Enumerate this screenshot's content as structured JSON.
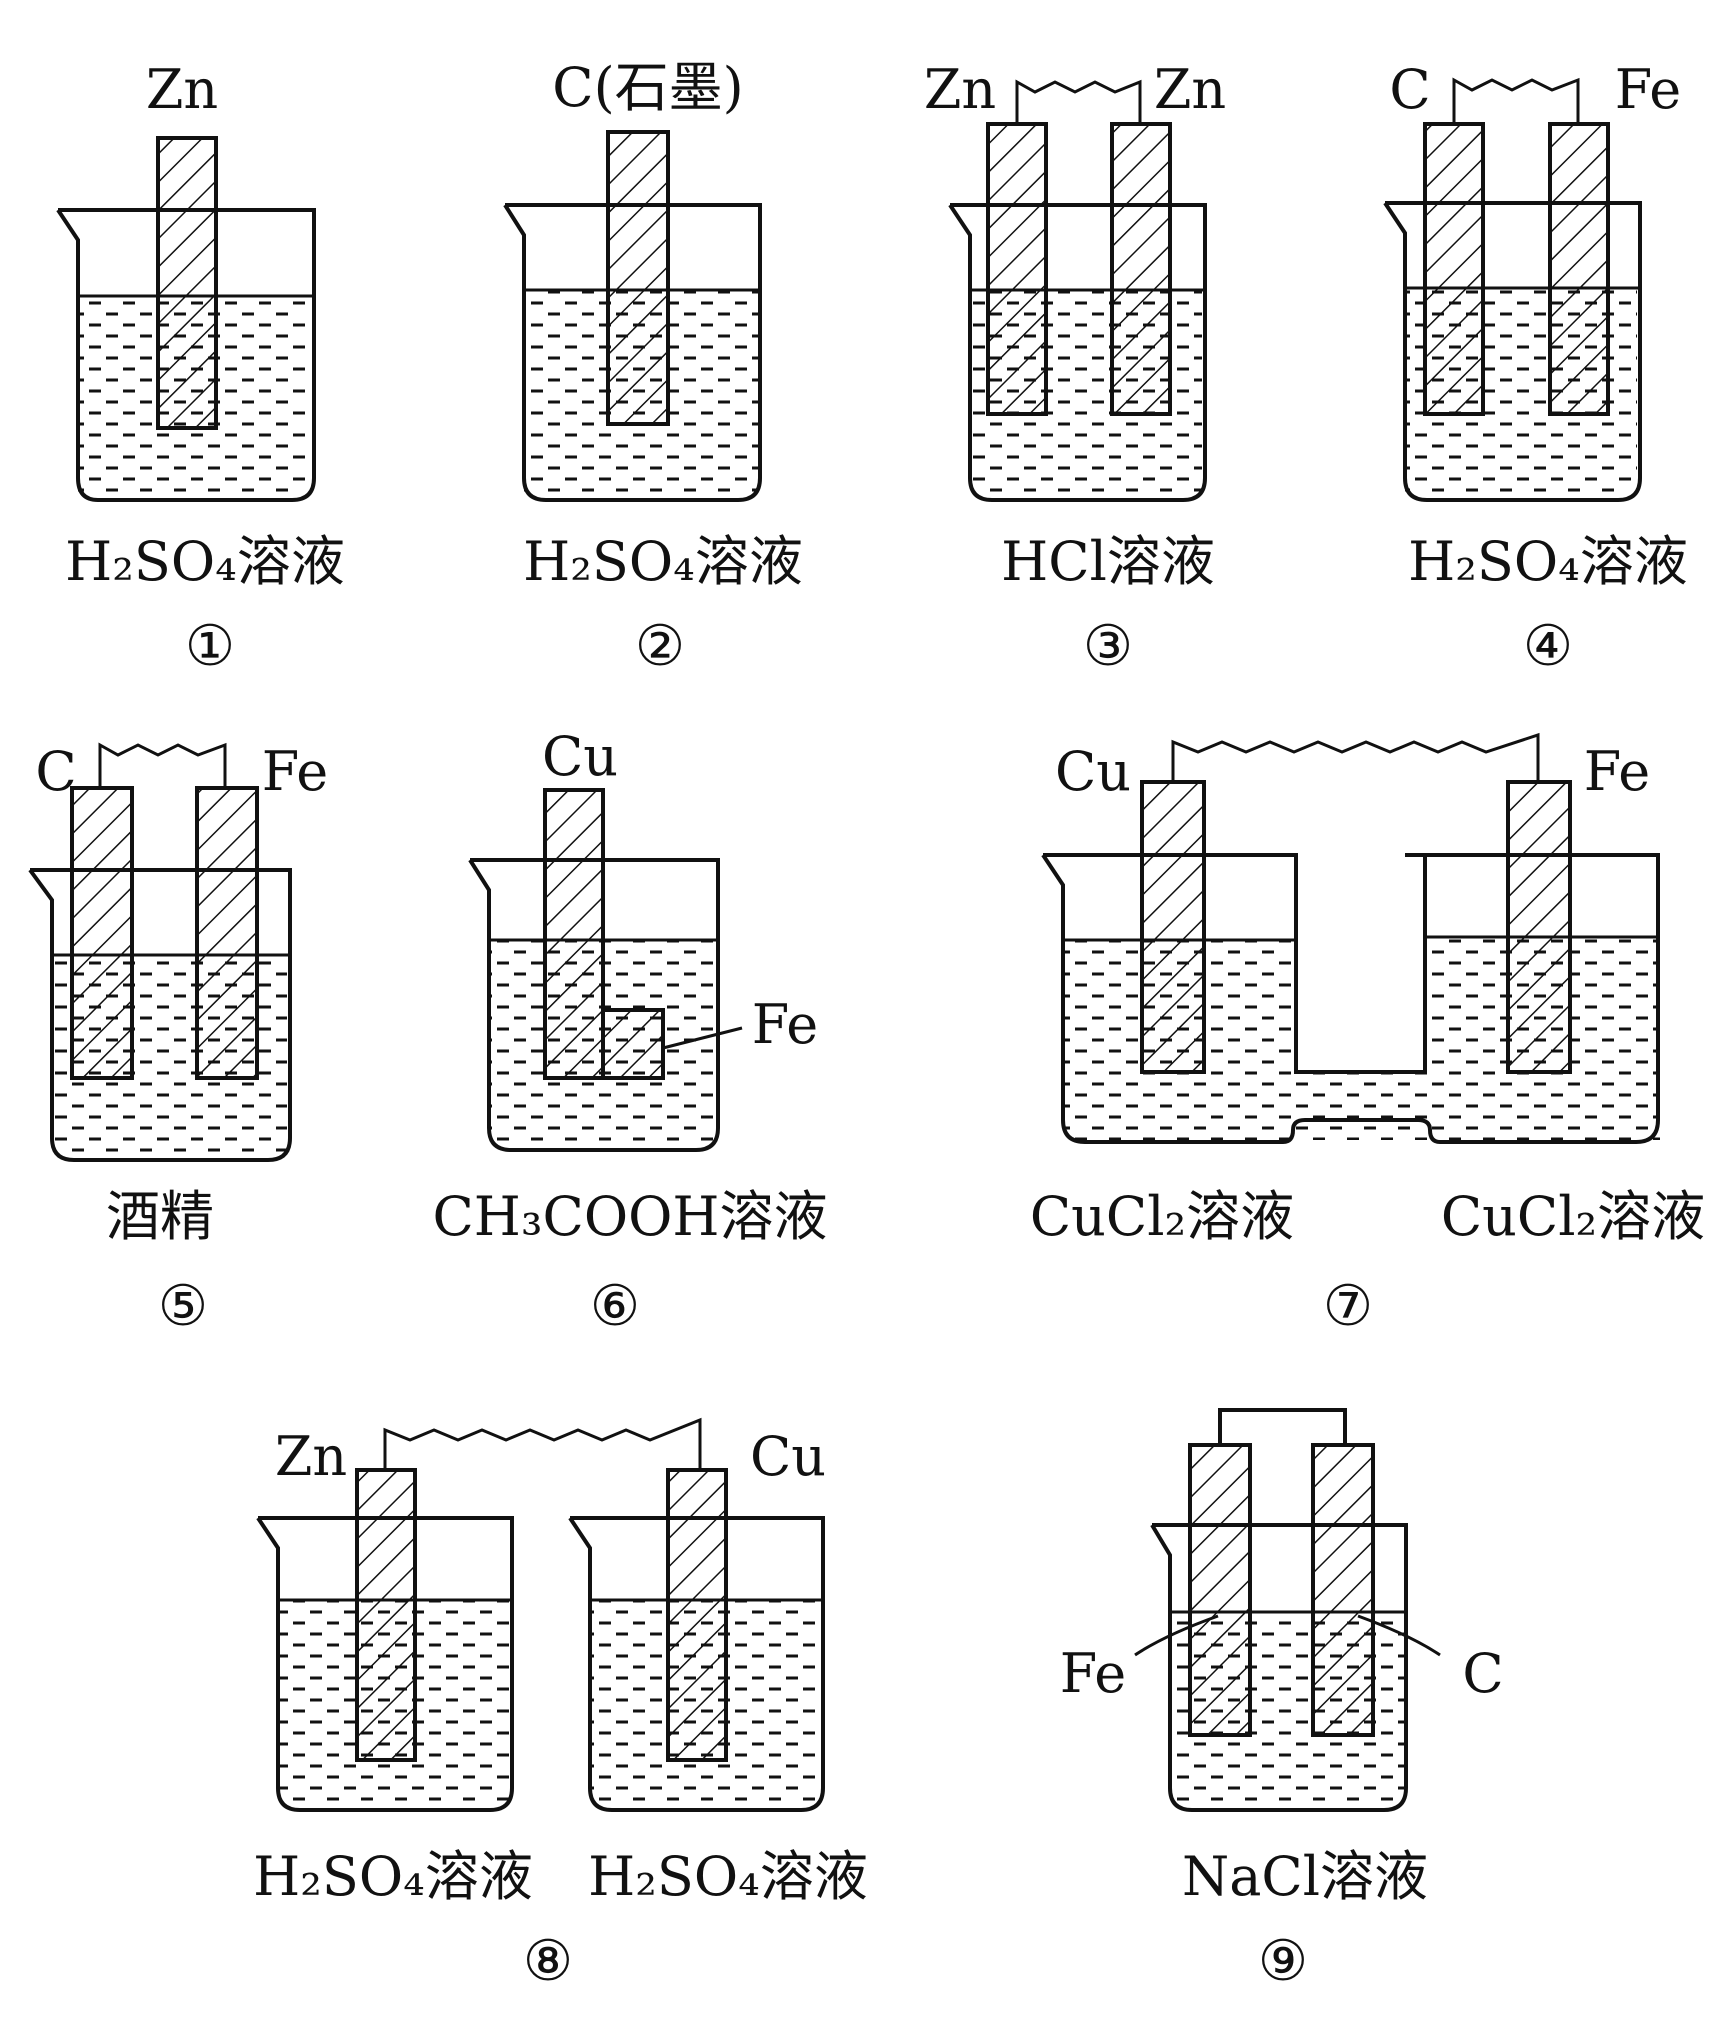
{
  "cells": [
    {
      "id": "cell-1",
      "number": "①",
      "electrodes": [
        "Zn"
      ],
      "wired": false,
      "solutions": [
        "H₂SO₄溶液"
      ]
    },
    {
      "id": "cell-2",
      "number": "②",
      "electrodes": [
        "C(石墨)"
      ],
      "wired": false,
      "solutions": [
        "H₂SO₄溶液"
      ]
    },
    {
      "id": "cell-3",
      "number": "③",
      "electrodes": [
        "Zn",
        "Zn"
      ],
      "wired": true,
      "solutions": [
        "HCl溶液"
      ]
    },
    {
      "id": "cell-4",
      "number": "④",
      "electrodes": [
        "C",
        "Fe"
      ],
      "wired": true,
      "solutions": [
        "H₂SO₄溶液"
      ]
    },
    {
      "id": "cell-5",
      "number": "⑤",
      "electrodes": [
        "C",
        "Fe"
      ],
      "wired": true,
      "solutions": [
        "酒精"
      ]
    },
    {
      "id": "cell-6",
      "number": "⑥",
      "electrodes": [
        "Cu",
        "Fe"
      ],
      "wired": false,
      "solutions": [
        "CH₃COOH溶液"
      ]
    },
    {
      "id": "cell-7",
      "number": "⑦",
      "electrodes": [
        "Cu",
        "Fe"
      ],
      "wired": true,
      "solutions": [
        "CuCl₂溶液",
        "CuCl₂溶液"
      ]
    },
    {
      "id": "cell-8",
      "number": "⑧",
      "electrodes": [
        "Zn",
        "Cu"
      ],
      "wired": true,
      "solutions": [
        "H₂SO₄溶液",
        "H₂SO₄溶液"
      ]
    },
    {
      "id": "cell-9",
      "number": "⑨",
      "electrodes": [
        "Fe",
        "C"
      ],
      "wired": true,
      "solutions": [
        "NaCl溶液"
      ]
    }
  ]
}
